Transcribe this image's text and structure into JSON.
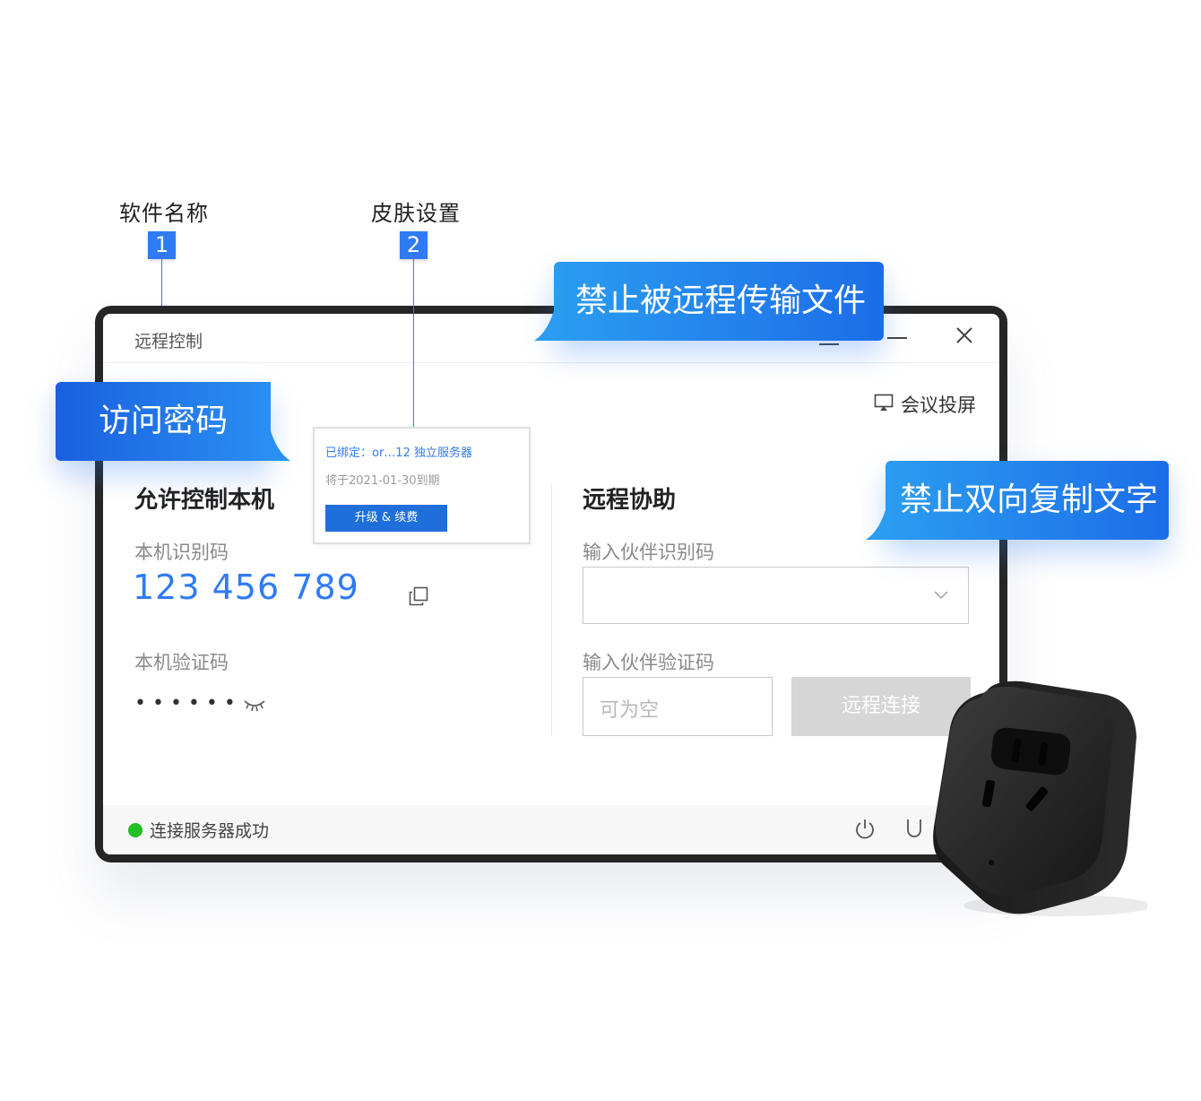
{
  "annotations": [
    {
      "num": "1",
      "label": "软件名称"
    },
    {
      "num": "2",
      "label": "皮肤设置"
    }
  ],
  "callouts": {
    "no_file_transfer": "禁止被远程传输文件",
    "access_password": "访问密码",
    "no_copy_text": "禁止双向复制文字"
  },
  "window": {
    "title": "远程控制",
    "screen_cast": "会议投屏"
  },
  "popover": {
    "bound": "已绑定：or…12 独立服务器",
    "expiry": "将于2021-01-30到期",
    "upgrade_button": "升级 & 续费"
  },
  "left_panel": {
    "title": "允许控制本机",
    "id_label": "本机识别码",
    "id_value": "123 456 789",
    "code_label": "本机验证码",
    "code_value": "••••••"
  },
  "right_panel": {
    "title": "远程协助",
    "partner_id_label": "输入伙伴识别码",
    "partner_code_label": "输入伙伴验证码",
    "partner_code_placeholder": "可为空",
    "connect_button": "远程连接"
  },
  "status": {
    "text": "连接服务器成功"
  },
  "colors": {
    "accent": "#2f7bf6",
    "status_ok": "#22c022",
    "frame": "#262626"
  }
}
